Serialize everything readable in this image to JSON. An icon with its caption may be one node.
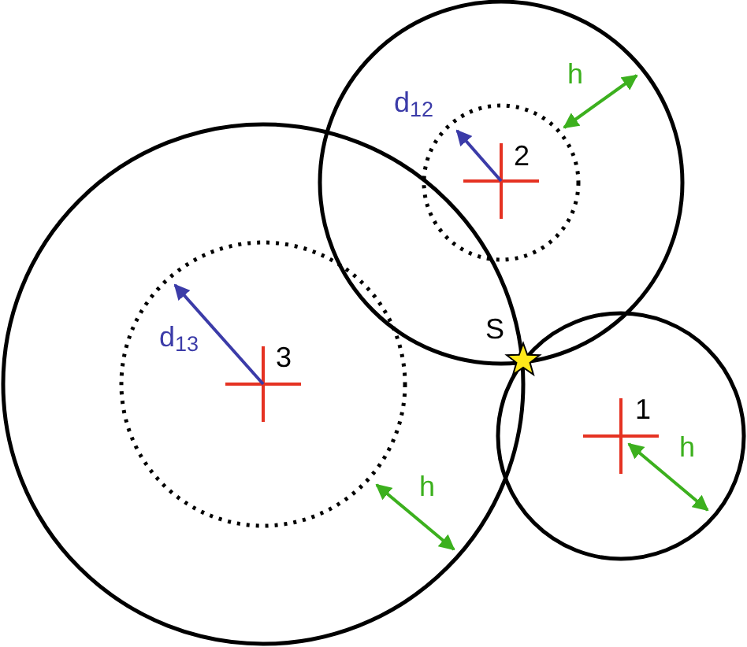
{
  "diagram": {
    "labels": [
      "h",
      "d$_{12}$",
      "2",
      "S",
      "d$_{13}$",
      "3",
      "1",
      "h",
      "h"
    ]
  }
}
